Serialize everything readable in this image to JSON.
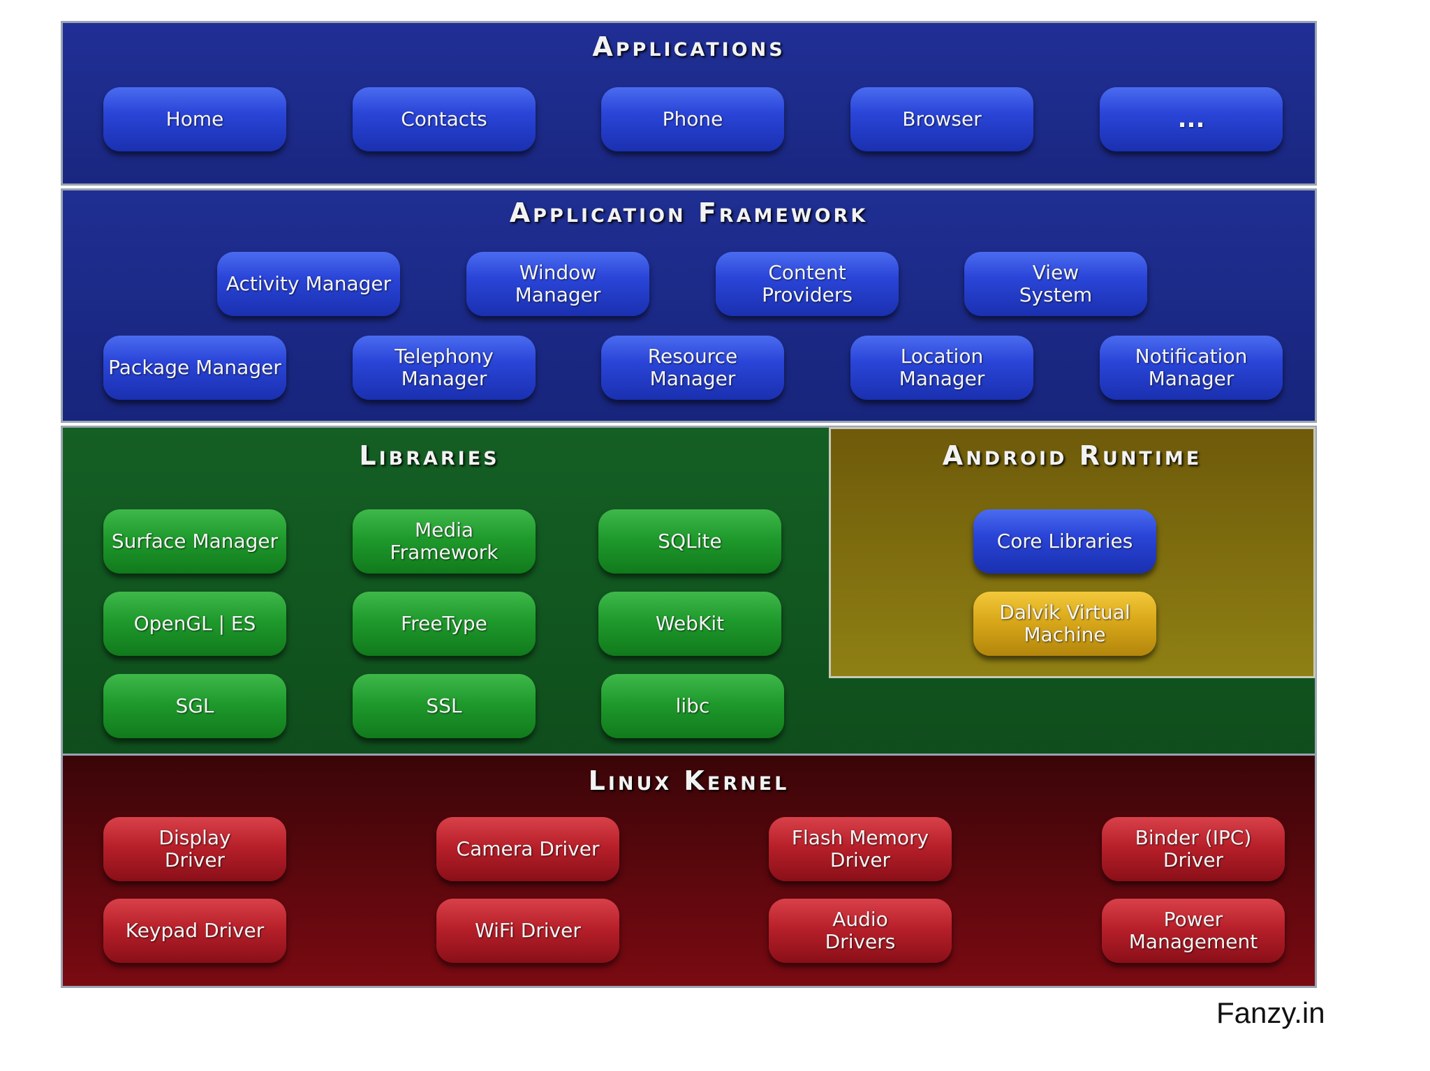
{
  "applications": {
    "title": "Applications",
    "items": [
      "Home",
      "Contacts",
      "Phone",
      "Browser",
      "..."
    ]
  },
  "framework": {
    "title": "Application Framework",
    "row1": [
      "Activity Manager",
      "Window\nManager",
      "Content\nProviders",
      "View\nSystem"
    ],
    "row2": [
      "Package Manager",
      "Telephony\nManager",
      "Resource\nManager",
      "Location\nManager",
      "Notification\nManager"
    ]
  },
  "libraries": {
    "title": "Libraries",
    "items": [
      "Surface Manager",
      "Media\nFramework",
      "SQLite",
      "OpenGL | ES",
      "FreeType",
      "WebKit",
      "SGL",
      "SSL",
      "libc"
    ]
  },
  "runtime": {
    "title": "Android Runtime",
    "items": [
      "Core Libraries",
      "Dalvik Virtual\nMachine"
    ]
  },
  "kernel": {
    "title": "Linux Kernel",
    "items": [
      "Display\nDriver",
      "Camera Driver",
      "Flash Memory\nDriver",
      "Binder (IPC)\nDriver",
      "Keypad Driver",
      "WiFi Driver",
      "Audio\nDrivers",
      "Power\nManagement"
    ]
  },
  "credit": "Fanzy.in",
  "colors": {
    "applications_bg": "#1f2f8f",
    "framework_bg": "#1c2a86",
    "libraries_bg": "#135a22",
    "runtime_bg": "#7a6a10",
    "kernel_bg": "#6a0a10",
    "blue_box": "#2a45d8",
    "green_box": "#1f9a2c",
    "red_box": "#b8202a",
    "yellow_box": "#d9a81a"
  }
}
